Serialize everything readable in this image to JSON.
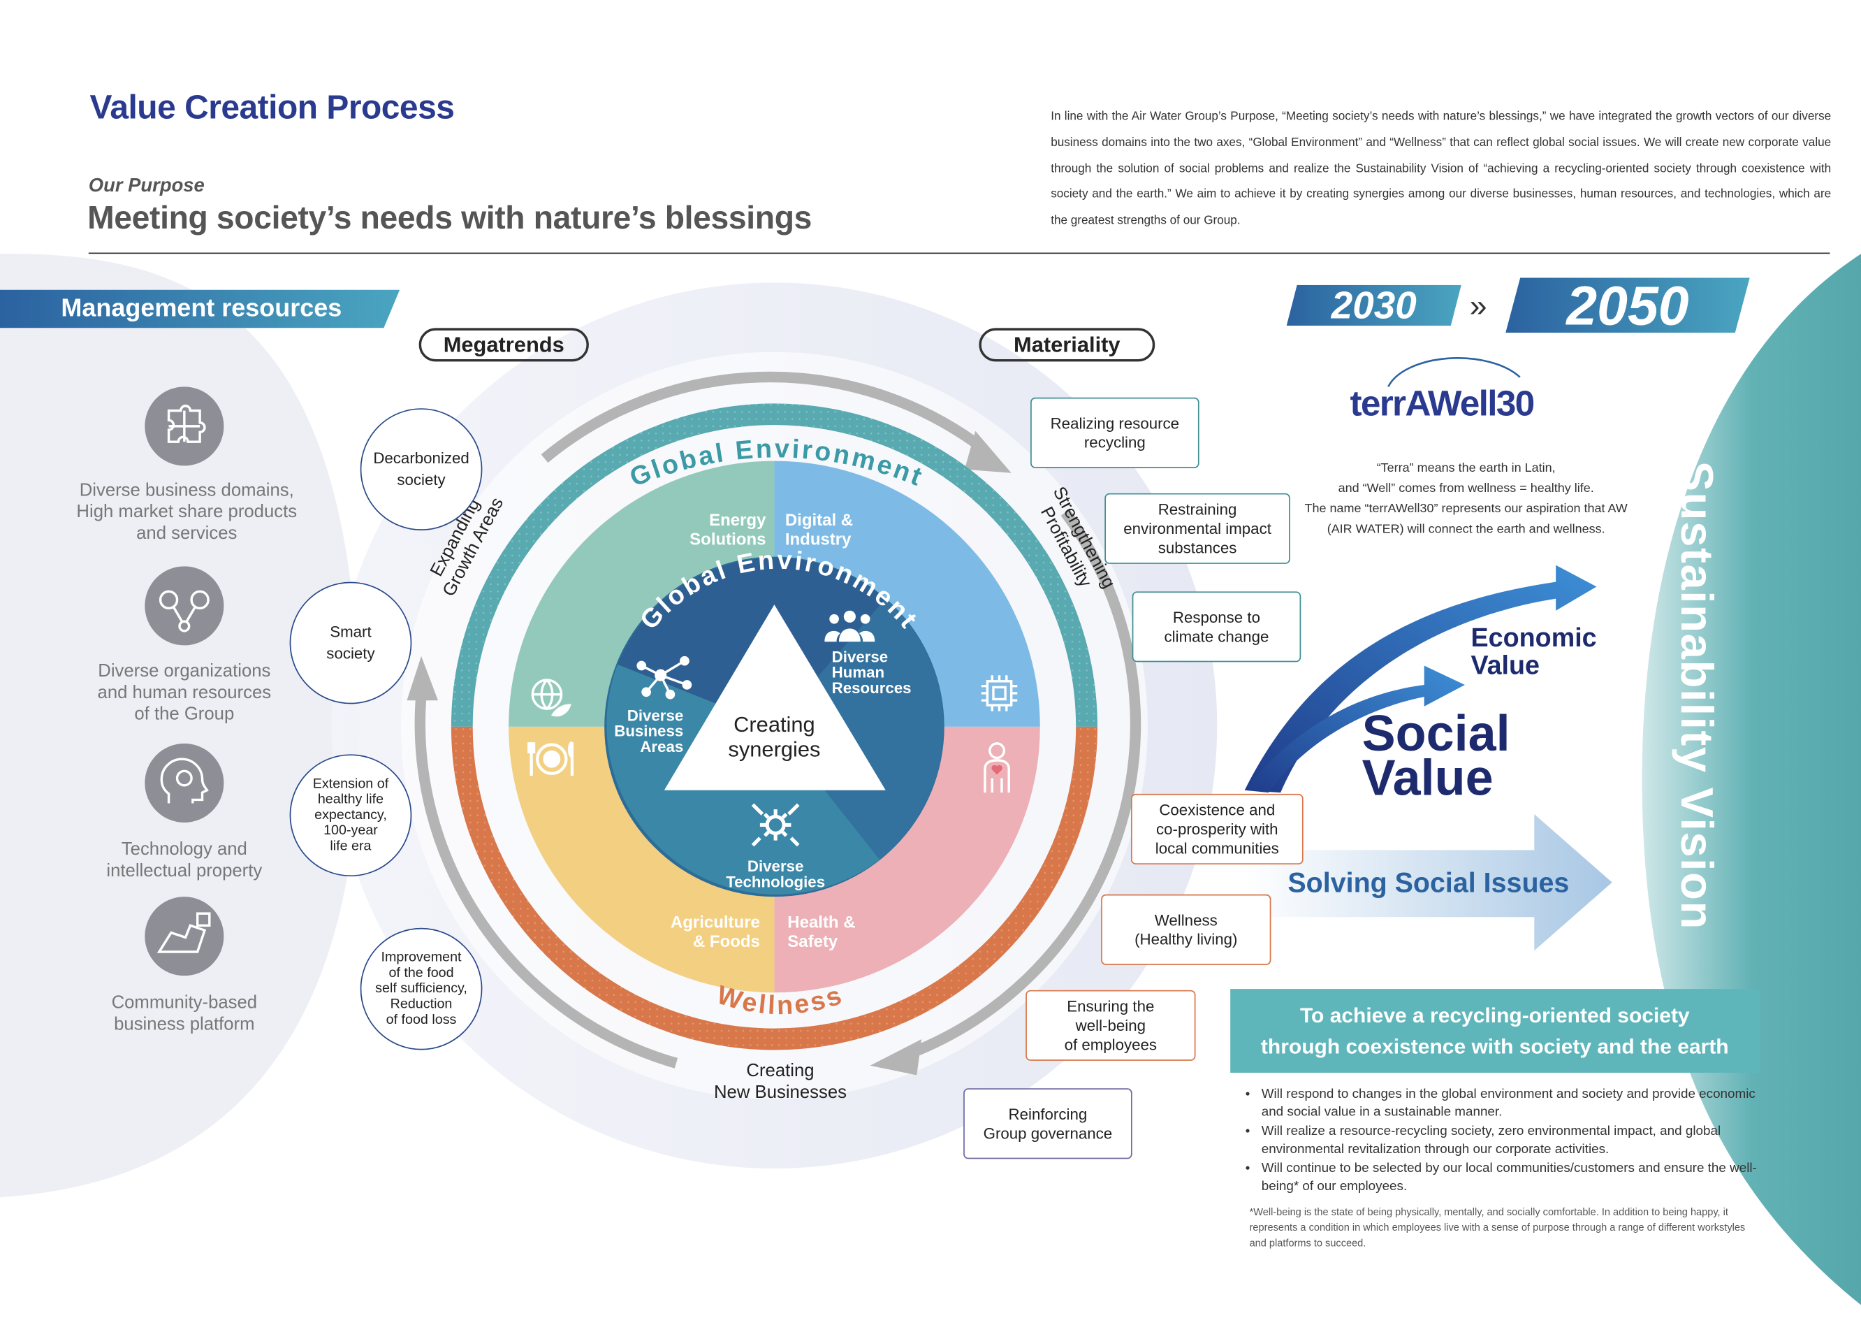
{
  "header": {
    "title": "Value Creation Process",
    "purpose_label": "Our Purpose",
    "purpose": "Meeting society’s needs with nature’s blessings",
    "intro": "In line with the Air Water Group’s Purpose, “Meeting society’s needs with nature’s blessings,” we have integrated the growth vectors of our diverse business domains into the two axes, “Global Environment” and “Wellness” that can reflect global social issues. We will create new corporate value through the solution of social problems and realize the Sustainability Vision of “achieving a recycling-oriented society through coexistence with society and the earth.” We aim to achieve it by creating synergies among our diverse businesses, human resources, and technologies, which are the greatest strengths of our Group."
  },
  "management": {
    "banner": "Management resources",
    "items": [
      {
        "icon": "puzzle-icon",
        "label": "Diverse business domains,\nHigh market share products\nand services"
      },
      {
        "icon": "organization-network-icon",
        "label": "Diverse organizations\nand human resources\nof the Group"
      },
      {
        "icon": "technology-head-icon",
        "label": "Technology and\nintellectual property"
      },
      {
        "icon": "community-map-icon",
        "label": "Community-based\nbusiness platform"
      }
    ]
  },
  "megatrends": {
    "heading": "Megatrends",
    "items": [
      "Decarbonized\nsociety",
      "Smart\nsociety",
      "Extension of\nhealthy life\nexpectancy,\n100-year\nlife era",
      "Improvement\nof the food\nself sufficiency,\nReduction\nof food loss"
    ]
  },
  "materiality": {
    "heading": "Materiality",
    "items": [
      "Realizing resource\nrecycling",
      "Restraining\nenvironmental impact\nsubstances",
      "Response to\nclimate change",
      "Coexistence and\nco-prosperity with\nlocal communities",
      "Wellness\n(Healthy living)",
      "Ensuring the\nwell-being\nof employees",
      "Reinforcing\nGroup governance"
    ]
  },
  "wheel": {
    "top_axis": "Global Environment",
    "bottom_axis": "Wellness",
    "arc_left": "Expanding\nGrowth Areas",
    "arc_right": "Strengthening\nProfitability",
    "arc_bottom": "Creating\nNew Businesses",
    "center": "Creating\nsynergies",
    "quadrants": [
      {
        "label": "Energy\nSolutions",
        "color": "#8fc5b8",
        "icon": "globe-leaf-icon"
      },
      {
        "label": "Digital &\nIndustry",
        "color": "#7ab8e2",
        "icon": "chip-icon"
      },
      {
        "label": "Health &\nSafety",
        "color": "#e9aeb4",
        "icon": "person-heart-icon"
      },
      {
        "label": "Agriculture\n& Foods",
        "color": "#f2cd7e",
        "icon": "plate-cutlery-icon"
      }
    ],
    "synergies": [
      {
        "label": "Diverse\nBusiness\nAreas",
        "icon": "molecule-icon"
      },
      {
        "label": "Diverse\nHuman\nResources",
        "icon": "people-group-icon"
      },
      {
        "label": "Diverse\nTechnologies",
        "icon": "gears-icon"
      }
    ]
  },
  "vision": {
    "year_start": "2030",
    "year_end": "2050",
    "brand": "terrAWell30",
    "brand_note": "“Terra” means the earth in Latin,\nand “Well” comes from wellness = healthy life.\nThe name “terrAWell30” represents our aspiration that AW\n(AIR WATER) will connect the earth and wellness.",
    "economic_value": "Economic\nValue",
    "social_value": "Social\nValue",
    "solving": "Solving Social Issues",
    "sustainability_vision": "Sustainability Vision",
    "goal": "To achieve a recycling-oriented society\nthrough coexistence with society and the earth",
    "bullets": [
      "Will respond to changes in the global environment and society and provide economic and social value in a sustainable manner.",
      "Will realize a resource-recycling society, zero environmental impact, and global environmental revitalization through our corporate activities.",
      "Will continue to be selected by our local communities/customers and ensure the well-being* of our employees."
    ],
    "footnote": "*Well-being is the state of being physically, mentally, and socially comfortable. In addition to being happy, it represents a condition in which employees live with a sense of purpose through a range of different workstyles and platforms to succeed."
  },
  "colors": {
    "navy": "#2a3b8f",
    "teal": "#5fb6ba",
    "orange": "#d8774a",
    "arrow_blue": "#2b62a0"
  }
}
